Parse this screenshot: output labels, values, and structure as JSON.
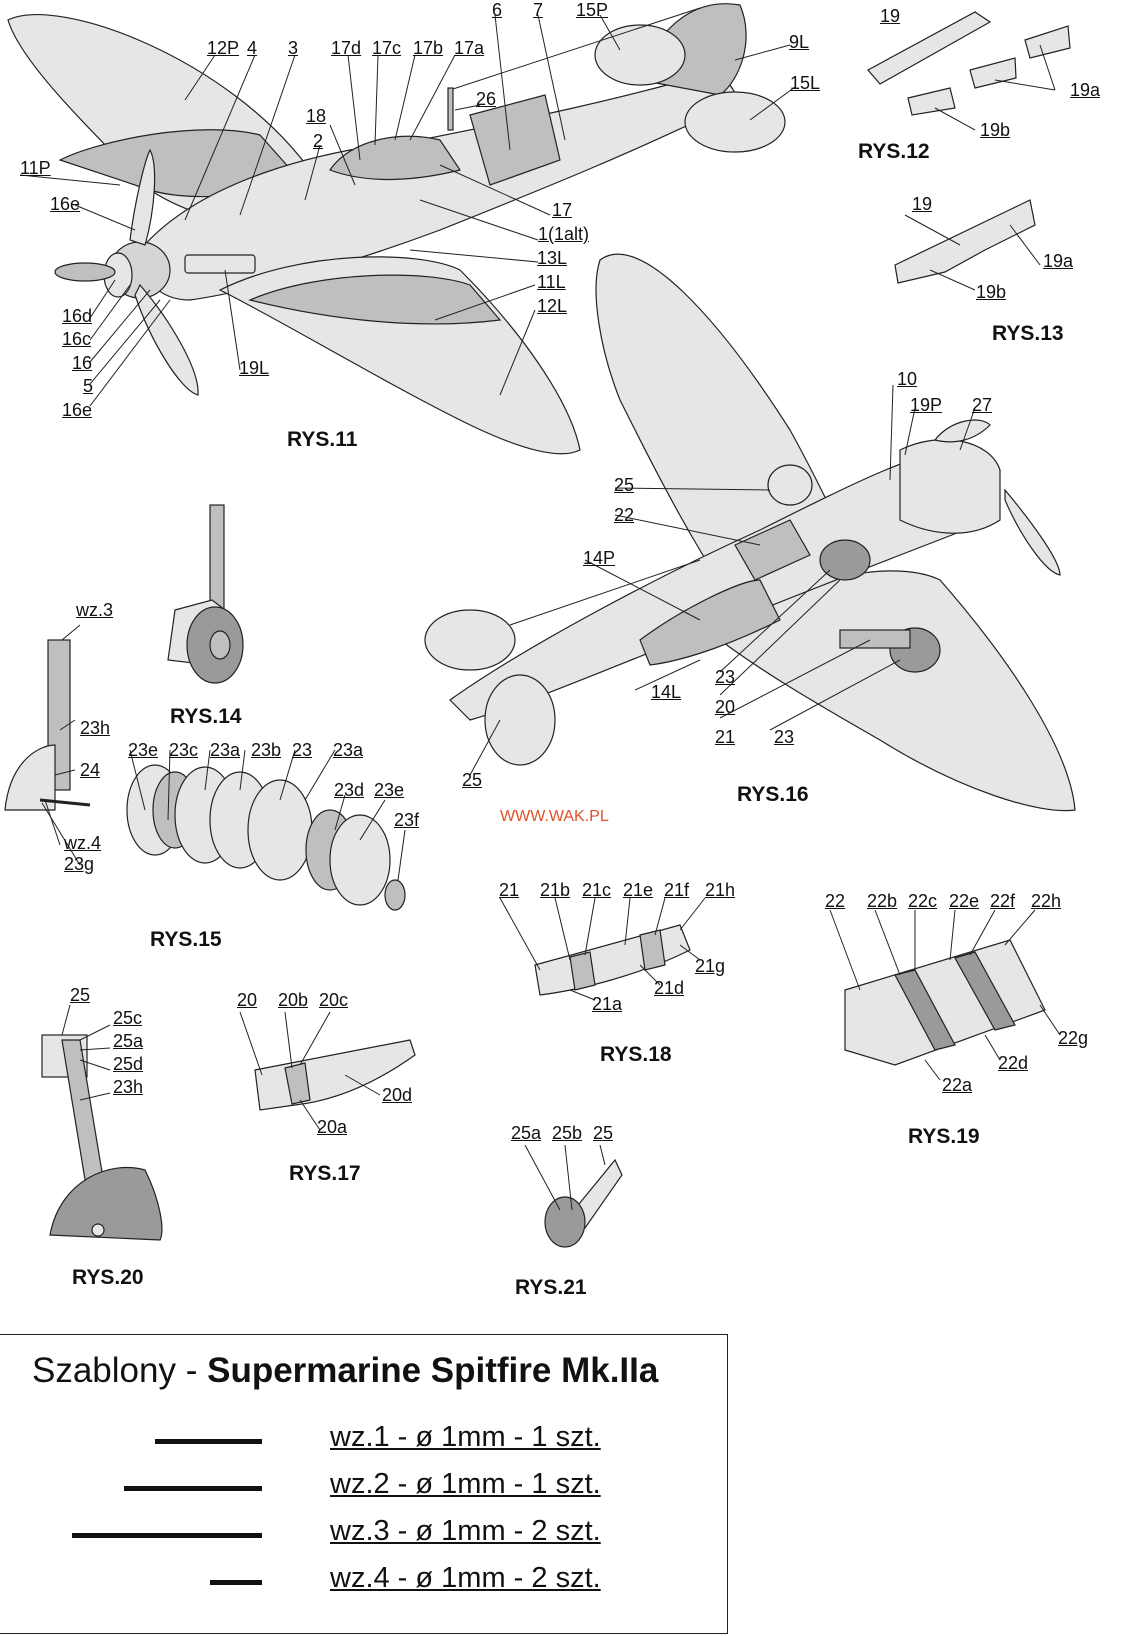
{
  "labels": {
    "l_12P": "12P",
    "l_4": "4",
    "l_3": "3",
    "l_17d": "17d",
    "l_17c": "17c",
    "l_17b": "17b",
    "l_17a": "17a",
    "l_6": "6",
    "l_7": "7",
    "l_15P": "15P",
    "l_9L": "9L",
    "l_15L": "15L",
    "l_18": "18",
    "l_2": "2",
    "l_26": "26",
    "l_11P": "11P",
    "l_16e_top": "16e",
    "l_17": "17",
    "l_1_1alt": "1(1alt)",
    "l_13L": "13L",
    "l_11L": "11L",
    "l_12L": "12L",
    "l_16d": "16d",
    "l_16c": "16c",
    "l_16": "16",
    "l_5": "5",
    "l_16e_bottom": "16e",
    "l_19L": "19L",
    "l_19_r12": "19",
    "l_19a_r12": "19a",
    "l_19b_r12": "19b",
    "l_19_r13": "19",
    "l_19a_r13": "19a",
    "l_19b_r13": "19b",
    "l_10": "10",
    "l_19P": "19P",
    "l_27": "27",
    "l_25_r16a": "25",
    "l_22_r16": "22",
    "l_14P": "14P",
    "l_14L": "14L",
    "l_23_r16a": "23",
    "l_20_r16": "20",
    "l_21_r16": "21",
    "l_23_r16b": "23",
    "l_25_r16b": "25",
    "l_wz3": "wz.3",
    "l_23h_r15": "23h",
    "l_24": "24",
    "l_wz4": "wz.4",
    "l_23g": "23g",
    "l_23e_a": "23e",
    "l_23c": "23c",
    "l_23a_a": "23a",
    "l_23b": "23b",
    "l_23_r15": "23",
    "l_23a_b": "23a",
    "l_23d": "23d",
    "l_23e_b": "23e",
    "l_23f": "23f",
    "l_21_r18": "21",
    "l_21b": "21b",
    "l_21c": "21c",
    "l_21e": "21e",
    "l_21f": "21f",
    "l_21h": "21h",
    "l_21g": "21g",
    "l_21d": "21d",
    "l_21a": "21a",
    "l_22_r19": "22",
    "l_22b": "22b",
    "l_22c": "22c",
    "l_22e": "22e",
    "l_22f": "22f",
    "l_22h": "22h",
    "l_22g": "22g",
    "l_22d": "22d",
    "l_22a": "22a",
    "l_25_r20": "25",
    "l_25c_r20": "25c",
    "l_25a_r20": "25a",
    "l_25d_r20": "25d",
    "l_23h_r20": "23h",
    "l_20_r17": "20",
    "l_20b": "20b",
    "l_20c": "20c",
    "l_20d": "20d",
    "l_20a": "20a",
    "l_25a_r21": "25a",
    "l_25b_r21": "25b",
    "l_25_r21": "25"
  },
  "figures": {
    "rys11": "RYS.11",
    "rys12": "RYS.12",
    "rys13": "RYS.13",
    "rys14": "RYS.14",
    "rys15": "RYS.15",
    "rys16": "RYS.16",
    "rys17": "RYS.17",
    "rys18": "RYS.18",
    "rys19": "RYS.19",
    "rys20": "RYS.20",
    "rys21": "RYS.21"
  },
  "url": "WWW.WAK.PL",
  "legend": {
    "title_prefix": "Szablony - ",
    "title_bold": "Supermarine Spitfire Mk.IIa",
    "wires": [
      {
        "label": "wz.1 - ø 1mm - 1 szt."
      },
      {
        "label": "wz.2 - ø 1mm - 1 szt."
      },
      {
        "label": "wz.3 - ø 1mm - 2 szt."
      },
      {
        "label": "wz.4 - ø 1mm - 2 szt."
      }
    ]
  },
  "colors": {
    "light": "#e6e6e6",
    "mid": "#bfbfbf",
    "dark": "#9a9a9a",
    "line": "#222222",
    "url": "#e0502a"
  }
}
